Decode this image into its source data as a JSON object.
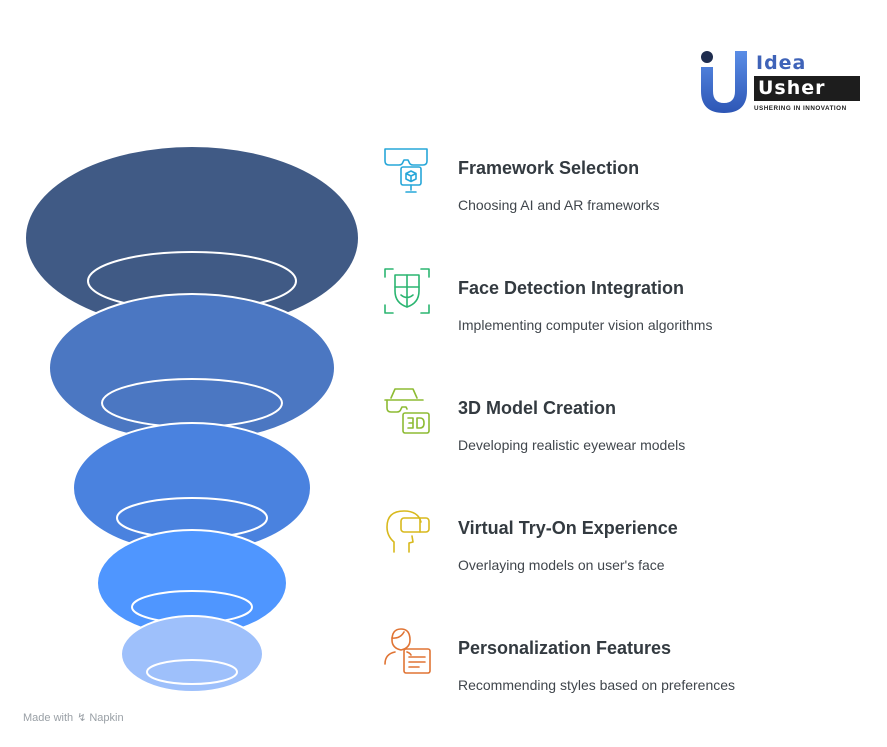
{
  "logo": {
    "word_idea": "Idea",
    "word_usher": "Usher",
    "tagline": "USHERING IN INNOVATION"
  },
  "funnel": {
    "levels": [
      {
        "color": "#405a85",
        "name": "framework-selection"
      },
      {
        "color": "#4b77c2",
        "name": "face-detection-integration"
      },
      {
        "color": "#4a82df",
        "name": "3d-model-creation"
      },
      {
        "color": "#4f96ff",
        "name": "virtual-try-on-experience"
      },
      {
        "color": "#9ec0fb",
        "name": "personalization-features"
      }
    ],
    "ring_color": "#ffffff"
  },
  "steps": [
    {
      "title": "Framework Selection",
      "description": "Choosing AI and AR frameworks",
      "icon": "vr-headset-cube-icon",
      "color": "#27a7d9"
    },
    {
      "title": "Face Detection Integration",
      "description": "Implementing computer vision algorithms",
      "icon": "face-scan-icon",
      "color": "#2bb571"
    },
    {
      "title": "3D Model Creation",
      "description": "Developing realistic eyewear models",
      "icon": "3d-glasses-icon",
      "color": "#8dbb33"
    },
    {
      "title": "Virtual Try-On Experience",
      "description": "Overlaying models on user's face",
      "icon": "vr-user-head-icon",
      "color": "#d8b91d"
    },
    {
      "title": "Personalization Features",
      "description": "Recommending styles based on preferences",
      "icon": "user-profile-icon",
      "color": "#e07434"
    }
  ],
  "footer": {
    "made_with": "Made with",
    "brand": "Napkin"
  }
}
